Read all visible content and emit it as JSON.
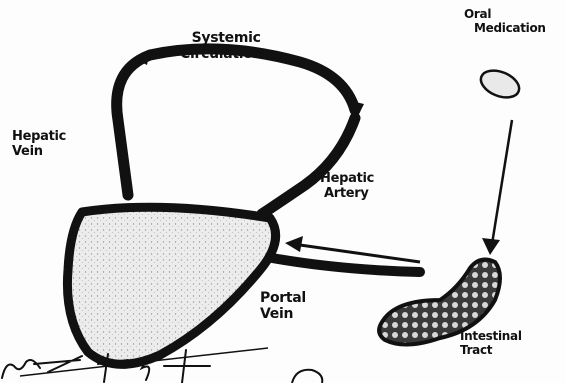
{
  "labels": {
    "systemic_line1": "Systemic",
    "systemic_line2": "Circulation",
    "hepatic_vein_line1": "Hepatic",
    "hepatic_vein_line2": "Vein",
    "hepatic_artery_line1": "Hepatic",
    "hepatic_artery_line2": "Artery",
    "portal_vein_line1": "Portal",
    "portal_vein_line2": "Vein",
    "oral_med_line1": "Oral",
    "oral_med_line2": "Medication",
    "intestinal_line1": "Intestinal",
    "intestinal_line2": "Tract"
  },
  "icons": {
    "liver": "liver-shape",
    "pill": "pill-capsule",
    "intestine": "intestine-segment"
  },
  "colors": {
    "ink": "#111111",
    "organ_fill": "#e8e8e8",
    "paper": "#fdfdfd"
  }
}
